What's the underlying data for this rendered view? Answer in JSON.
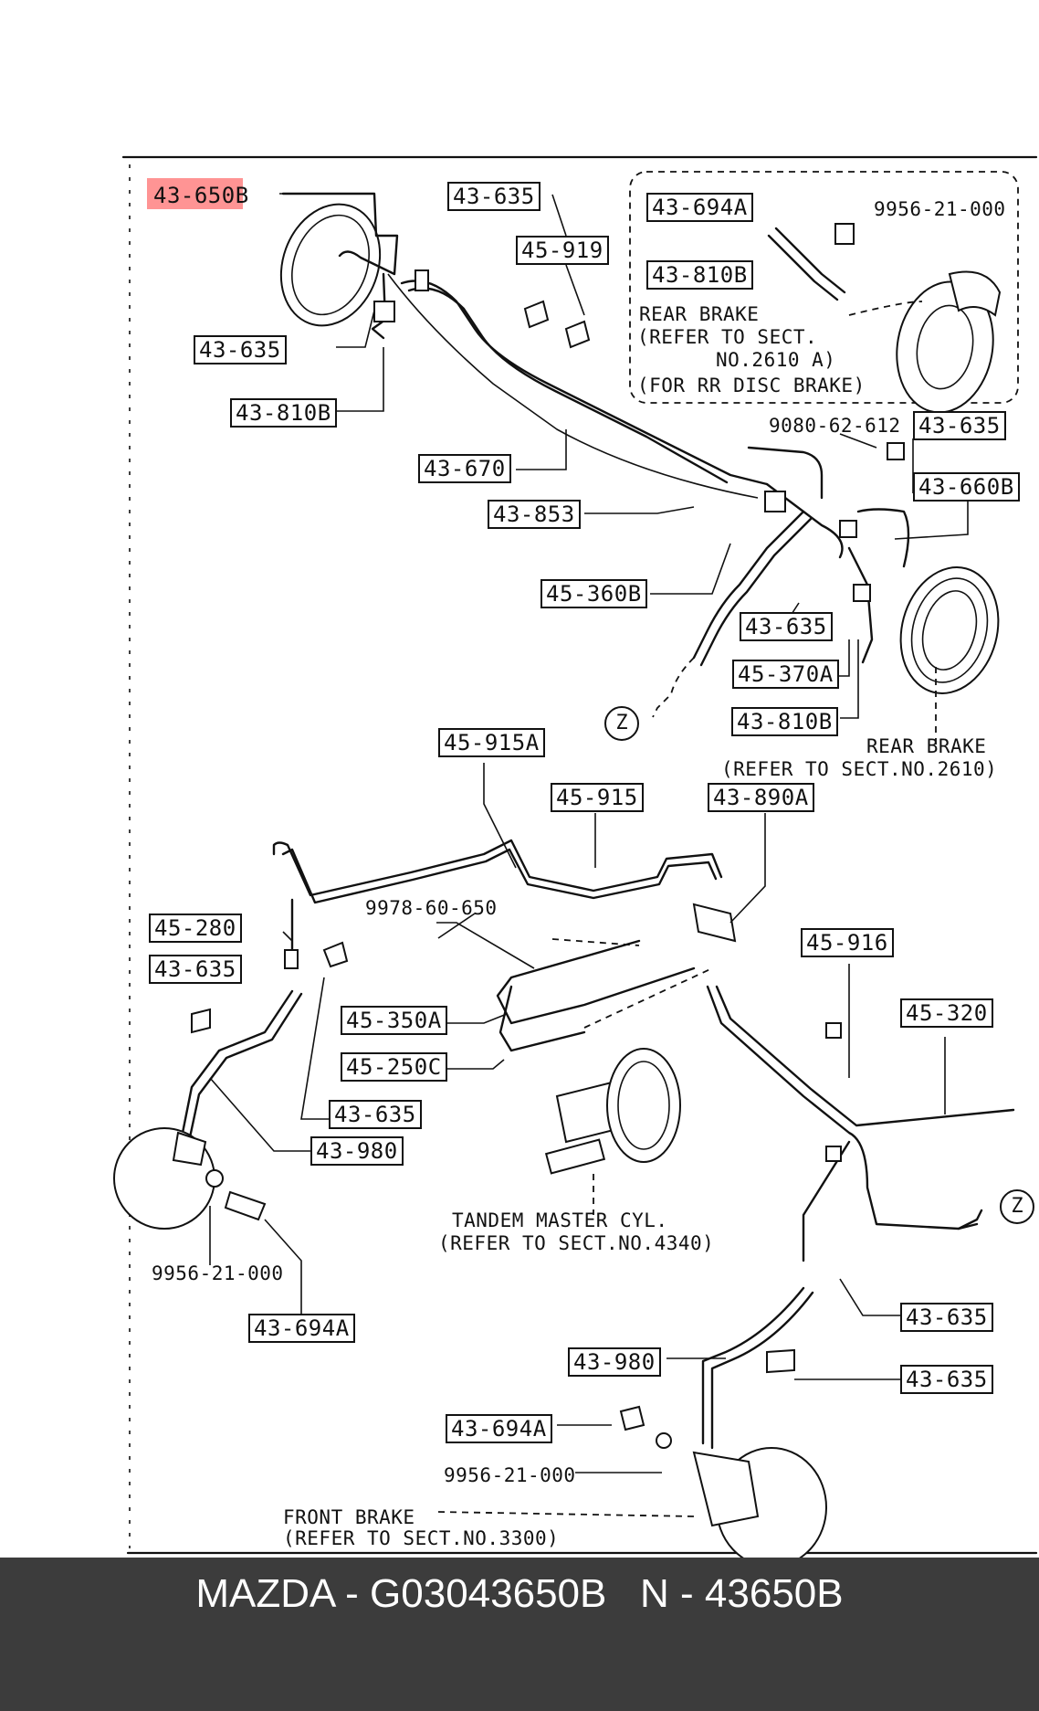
{
  "labels": {
    "a43_650b": "43-650B",
    "a43_635_top": "43-635",
    "a45_919": "45-919",
    "a43_635_left": "43-635",
    "a43_810b_left": "43-810B",
    "a43_670": "43-670",
    "a43_853": "43-853",
    "a45_360b": "45-360B",
    "a43_635_mid": "43-635",
    "a45_370a": "45-370A",
    "a43_810b_mid": "43-810B",
    "a9080": "9080-62-612",
    "a43_635_right": "43-635",
    "a43_660b": "43-660B",
    "inset_694a": "43-694A",
    "inset_9956": "9956-21-000",
    "inset_810b": "43-810B",
    "inset_rear1": "REAR BRAKE",
    "inset_rear2": "(REFER TO SECT.",
    "inset_rear3": "NO.2610 A)",
    "inset_rear4": "(FOR RR DISC BRAKE)",
    "rear_brake1": "REAR BRAKE",
    "rear_brake2": "(REFER TO SECT.NO.2610)",
    "a45_915a": "45-915A",
    "a45_915": "45-915",
    "a43_890a": "43-890A",
    "a9978": "9978-60-650",
    "a45_280": "45-280",
    "a43_635_l2": "43-635",
    "a45_350a": "45-350A",
    "a45_250c": "45-250C",
    "a43_635_l3": "43-635",
    "a43_980_l": "43-980",
    "a9956_l": "9956-21-000",
    "a43_694a_l": "43-694A",
    "tandem1": "TANDEM MASTER CYL.",
    "tandem2": "(REFER TO SECT.NO.4340)",
    "a45_916": "45-916",
    "a45_320": "45-320",
    "a43_635_r2": "43-635",
    "a43_980_r": "43-980",
    "a43_635_r3": "43-635",
    "a43_694a_r": "43-694A",
    "a9956_r": "9956-21-000",
    "front1": "FRONT BRAKE",
    "front2": "(REFER TO SECT.NO.3300)",
    "z": "Z"
  },
  "footer": {
    "text": "MAZDA - G03043650B   N - 43650B"
  },
  "colors": {
    "highlight": "#ff3c3c",
    "footer_bg": "#3c3c3c",
    "footer_text": "#ffffff"
  }
}
